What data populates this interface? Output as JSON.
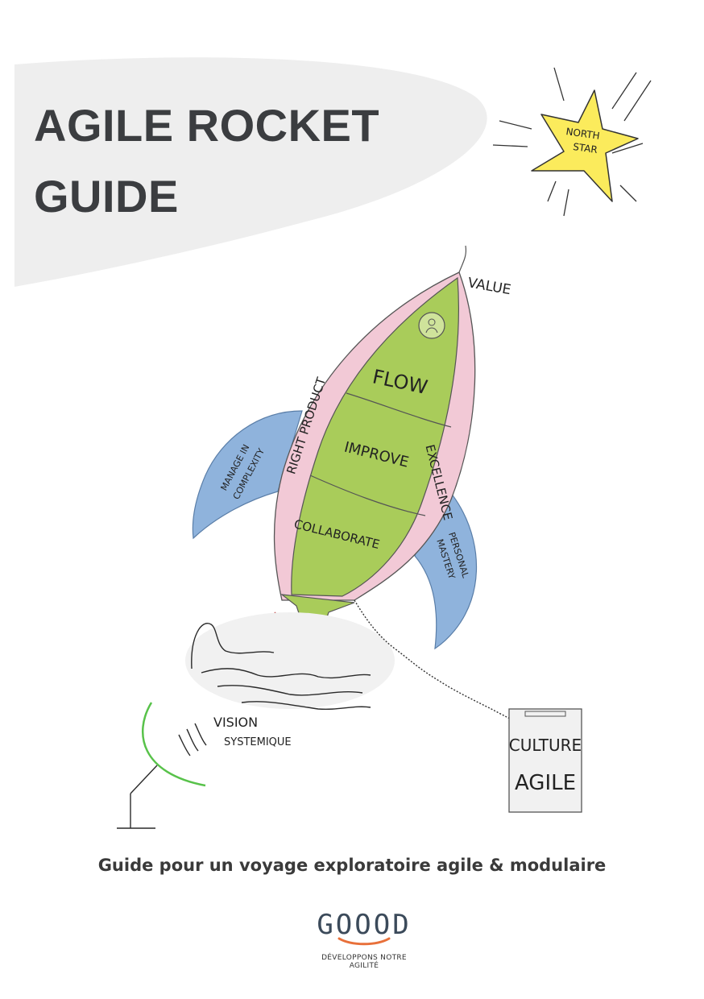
{
  "cover": {
    "title_line1": "AGILE ROCKET",
    "title_line2": "GUIDE",
    "subtitle": "Guide pour un voyage exploratoire agile & modulaire"
  },
  "illustration": {
    "star_label_1": "NORTH",
    "star_label_2": "STAR",
    "value_label": "VALUE",
    "section_flow": "FLOW",
    "section_improve": "IMPROVE",
    "section_collaborate": "COLLABORATE",
    "band_right_product": "RIGHT PRODUCT",
    "band_excellence": "EXCELLENCE",
    "fin_left_line1": "MANAGE IN",
    "fin_left_line2": "COMPLEXITY",
    "fin_right_line1": "PERSONAL",
    "fin_right_line2": "MASTERY",
    "vision_line1": "VISION",
    "vision_line2": "SYSTEMIQUE",
    "culture_line1": "CULTURE",
    "culture_line2": "AGILE"
  },
  "logo": {
    "name": "GOOOD",
    "tagline": "DÉVELOPPONS NOTRE AGILITÉ",
    "smile_color": "#e8703a"
  },
  "colors": {
    "rocket_body": "#a9cc5a",
    "rocket_band": "#f2c9d6",
    "fins": "#8fb3dc",
    "star": "#fbeb5c",
    "dish": "#58c24a",
    "title_bg": "#eeeeee"
  }
}
